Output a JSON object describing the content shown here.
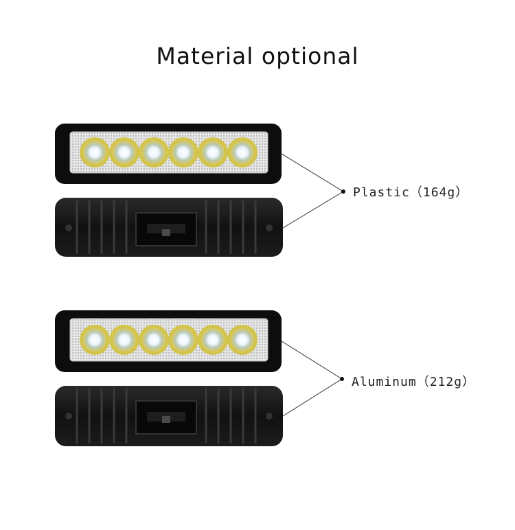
{
  "title": "Material optional",
  "options": [
    {
      "label": "Plastic（164g）"
    },
    {
      "label": "Aluminum（212g）"
    }
  ],
  "colors": {
    "housing": "#0d0d0d",
    "lens_panel": "#d8d8d8",
    "led": "#f6fbff",
    "leader_line": "#555555"
  }
}
